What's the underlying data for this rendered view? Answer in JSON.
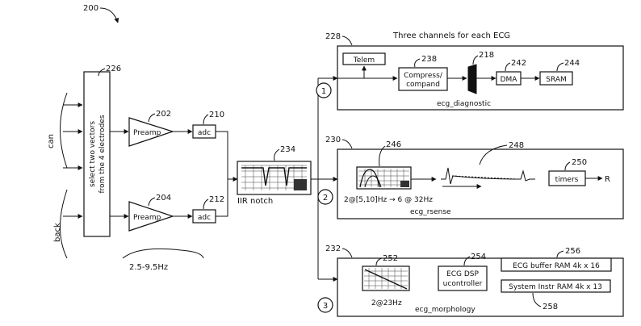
{
  "figure_ref": "200",
  "selector": {
    "ref": "226",
    "line1": "select two vectors",
    "line2": "from the 4 electrodes"
  },
  "electrodes": {
    "top": "can",
    "bottom": "back"
  },
  "preamp_top": {
    "ref": "202",
    "label": "Preamp"
  },
  "preamp_bottom": {
    "ref": "204",
    "label": "Preamp"
  },
  "adc_top": {
    "ref": "210",
    "label": "adc"
  },
  "adc_bottom": {
    "ref": "212",
    "label": "adc"
  },
  "bandwidth": "2.5-9.5Hz",
  "iir": {
    "ref": "234",
    "label": "IIR notch"
  },
  "channels_title": "Three channels for each ECG",
  "ch1": {
    "ref": "228",
    "num": "1",
    "telem": "Telem",
    "compress_ref": "238",
    "compress_line1": "Compress/",
    "compress_line2": "compand",
    "mux_ref": "218",
    "dma_ref": "242",
    "dma": "DMA",
    "sram_ref": "244",
    "sram": "SRAM",
    "label": "ecg_diagnostic"
  },
  "ch2": {
    "ref": "230",
    "num": "2",
    "filter_ref": "246",
    "wave_ref": "248",
    "timers_ref": "250",
    "timers": "timers",
    "output": "R",
    "rate": "2@[5,10]Hz → 6 @ 32Hz",
    "label": "ecg_rsense"
  },
  "ch3": {
    "ref": "232",
    "num": "3",
    "filter_ref": "252",
    "dsp_ref": "254",
    "dsp_line1": "ECG DSP",
    "dsp_line2": "ucontroller",
    "buffer_ref": "256",
    "buffer": "ECG buffer RAM 4k x 16",
    "sysram_ref": "258",
    "sysram": "System Instr RAM 4k x 13",
    "rate": "2@23Hz",
    "label": "ecg_morphology"
  }
}
